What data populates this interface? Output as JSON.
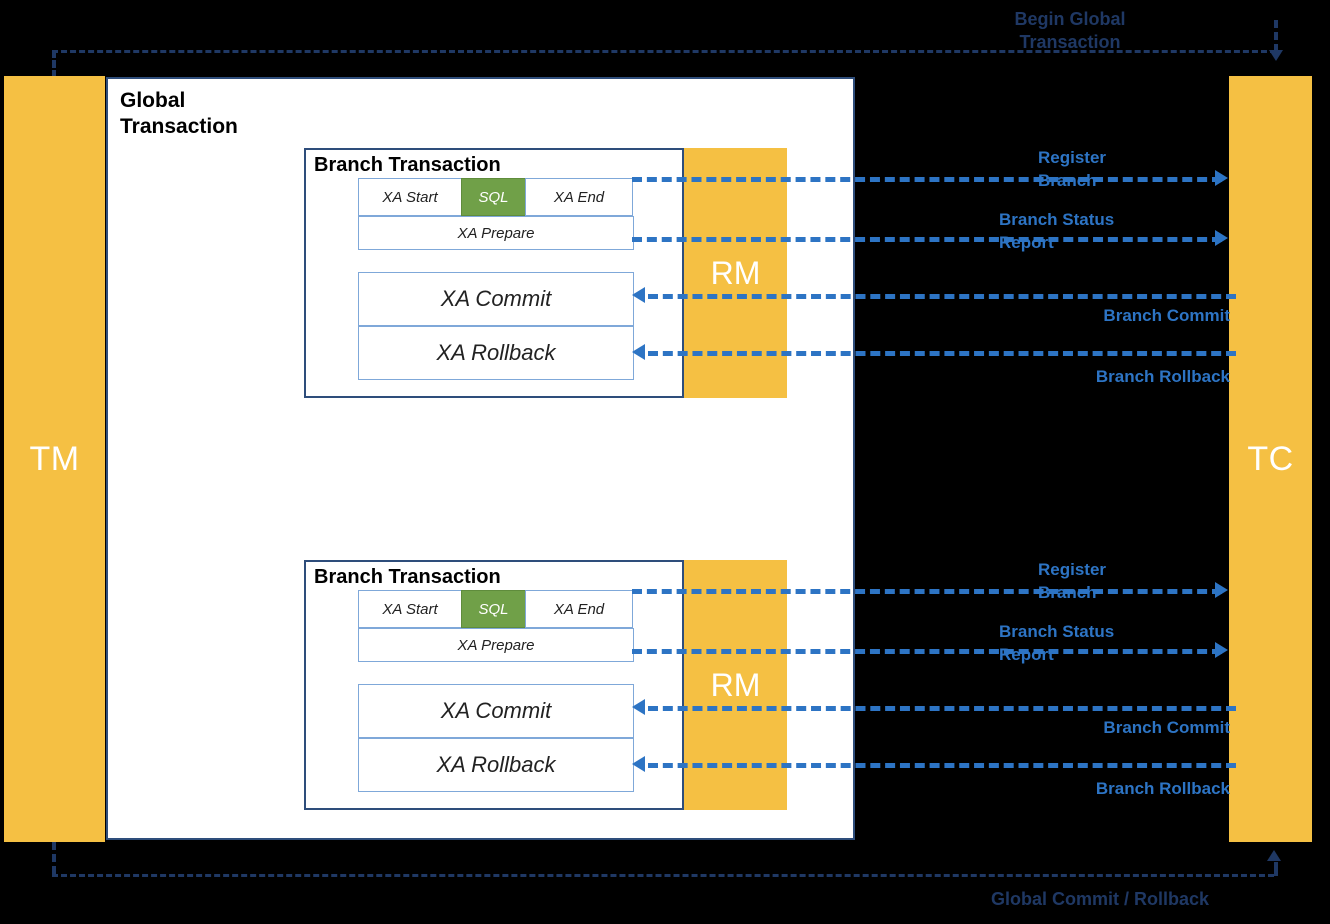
{
  "diagram": {
    "title_top": "Begin Global\nTransaction",
    "title_bottom": "Global Commit / Rollback",
    "colors": {
      "actor_fill": "#F5C043",
      "accent_blue": "#2D74C4",
      "dark_blue": "#1F3864",
      "panel_border": "#2E4D7B",
      "sql_green": "#70A048",
      "cell_border": "#7FA8D9",
      "background": "#000000",
      "panel_bg": "#FFFFFF"
    }
  },
  "actors": {
    "tm": "TM",
    "tc": "TC",
    "rm": "RM"
  },
  "global_panel": {
    "title": "Global\nTransaction"
  },
  "branches": [
    {
      "title": "Branch Transaction",
      "steps": {
        "xa_start": "XA Start",
        "sql": "SQL",
        "xa_end": "XA End",
        "xa_prepare": "XA Prepare",
        "xa_commit": "XA Commit",
        "xa_rollback": "XA Rollback"
      },
      "rm_label": "RM",
      "flows": {
        "register_branch": "Register\nBranch",
        "branch_status_report": "Branch Status\nReport",
        "branch_commit": "Branch Commit",
        "branch_rollback": "Branch Rollback"
      }
    },
    {
      "title": "Branch Transaction",
      "steps": {
        "xa_start": "XA Start",
        "sql": "SQL",
        "xa_end": "XA End",
        "xa_prepare": "XA Prepare",
        "xa_commit": "XA Commit",
        "xa_rollback": "XA Rollback"
      },
      "rm_label": "RM",
      "flows": {
        "register_branch": "Register\nBranch",
        "branch_status_report": "Branch Status\nReport",
        "branch_commit": "Branch Commit",
        "branch_rollback": "Branch Rollback"
      }
    }
  ]
}
